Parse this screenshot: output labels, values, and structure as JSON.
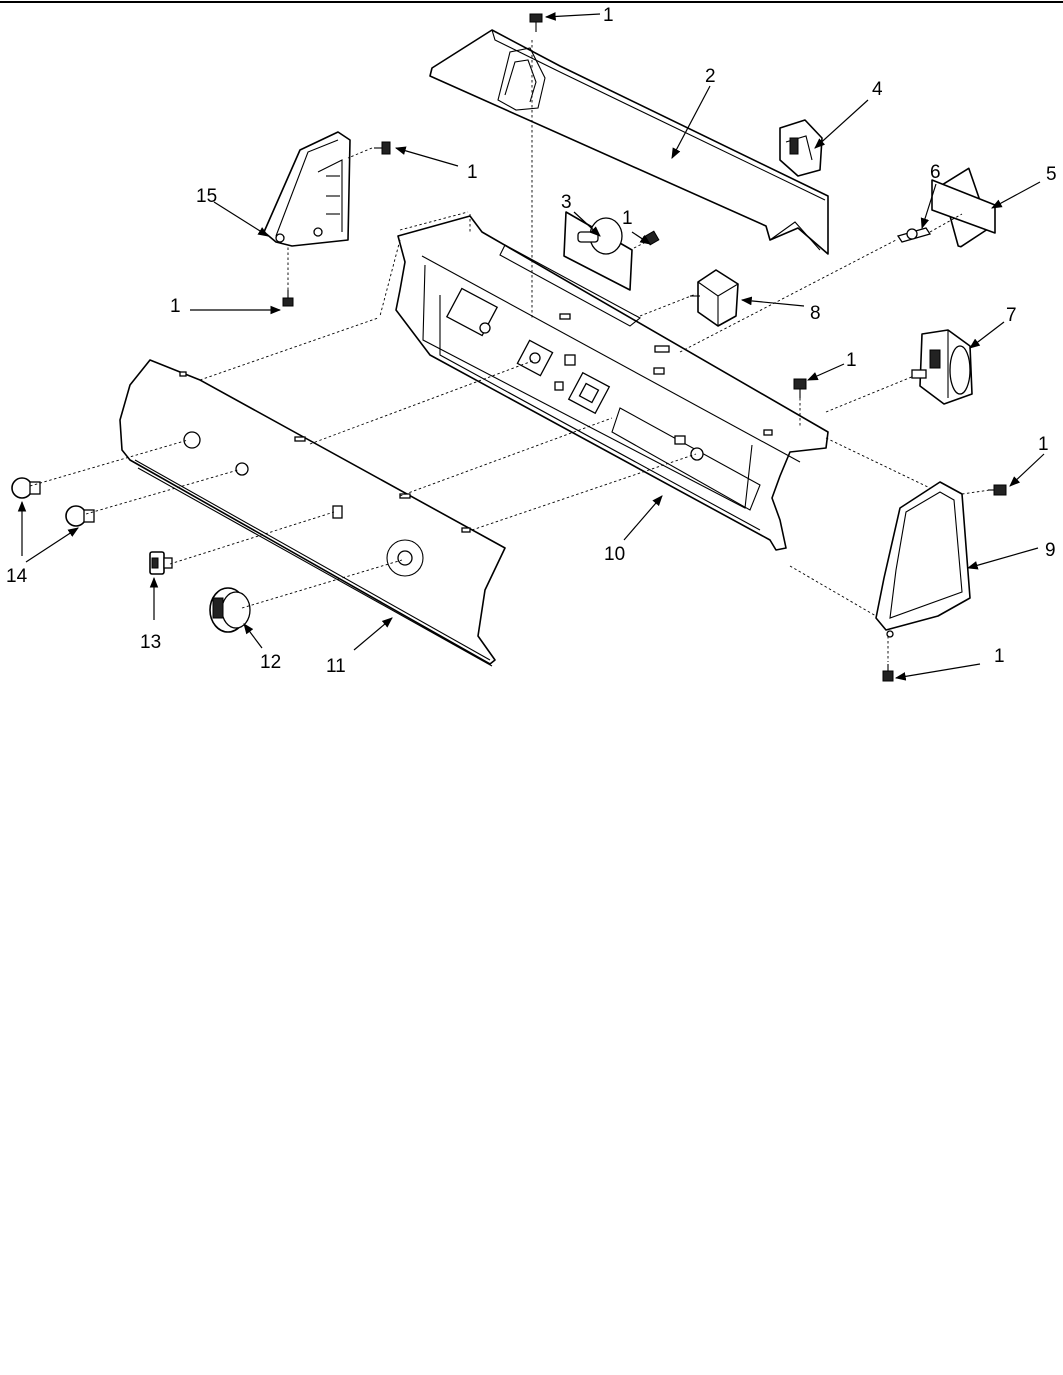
{
  "callouts": {
    "c1_top": "1",
    "c1_left_endcap": "1",
    "c1_left_bottom": "1",
    "c1_knob3": "1",
    "c1_right_mid": "1",
    "c1_right_endcap": "1",
    "c1_right_bottom": "1",
    "c2": "2",
    "c3": "3",
    "c4": "4",
    "c5": "5",
    "c6": "6",
    "c7": "7",
    "c8": "8",
    "c9": "9",
    "c10": "10",
    "c11": "11",
    "c12": "12",
    "c13": "13",
    "c14": "14",
    "c15": "15"
  }
}
